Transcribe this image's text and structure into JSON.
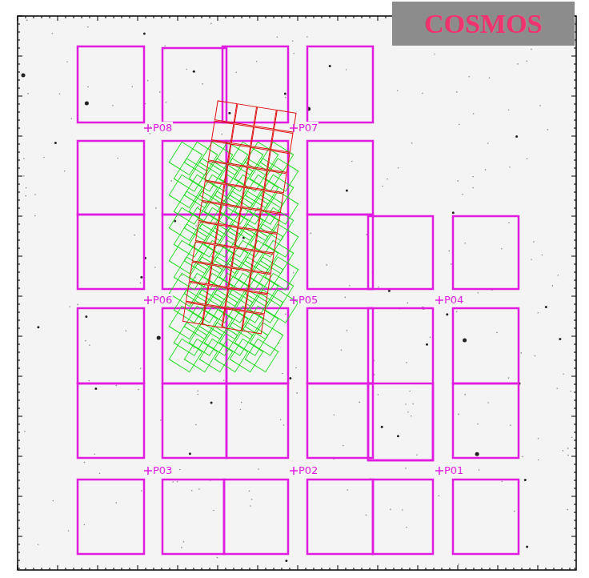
{
  "diagram": {
    "title": "COSMOS",
    "labels": [
      "P08",
      "P07",
      "P06",
      "P05",
      "P04",
      "P03",
      "P02",
      "P01"
    ]
  }
}
